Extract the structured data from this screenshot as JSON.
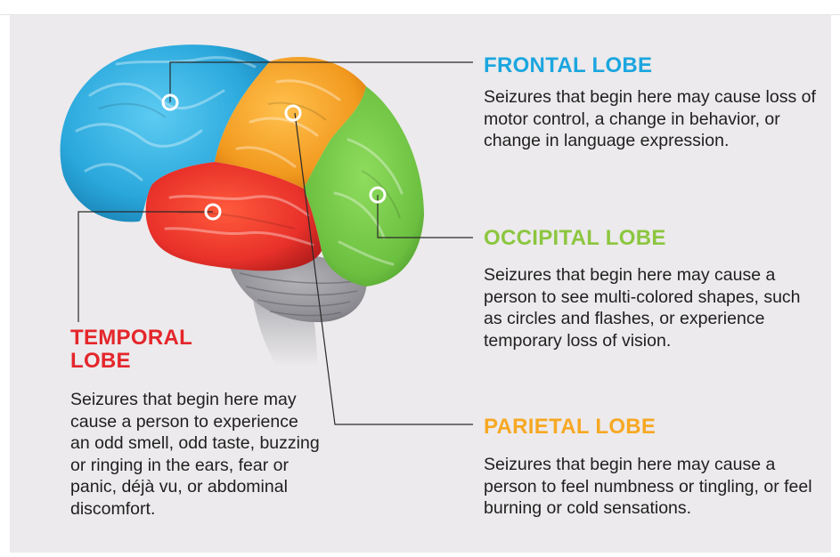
{
  "colors": {
    "frontal": "#1ba6df",
    "occipital": "#8cc63f",
    "parietal": "#f7a823",
    "temporal": "#e4262b",
    "cerebellum": "#8f8f94",
    "background": "#eceaec"
  },
  "lobes": {
    "frontal": {
      "title": "FRONTAL LOBE",
      "description": "Seizures that begin here may cause loss of motor control, a change in behavior, or change in language expression."
    },
    "occipital": {
      "title": "OCCIPITAL LOBE",
      "description": "Seizures that begin here may cause a person to see multi-colored shapes, such as circles and flashes, or experience temporary loss of vision."
    },
    "parietal": {
      "title": "PARIETAL LOBE",
      "description": "Seizures that begin here may cause a person to feel numbness or tingling, or feel burning or cold sensations."
    },
    "temporal": {
      "title": "TEMPORAL\nLOBE",
      "description": "Seizures that begin here may cause a person to experience an odd smell, odd taste, buzzing or ringing in the ears, fear or panic, déjà vu, or abdominal discomfort."
    }
  }
}
